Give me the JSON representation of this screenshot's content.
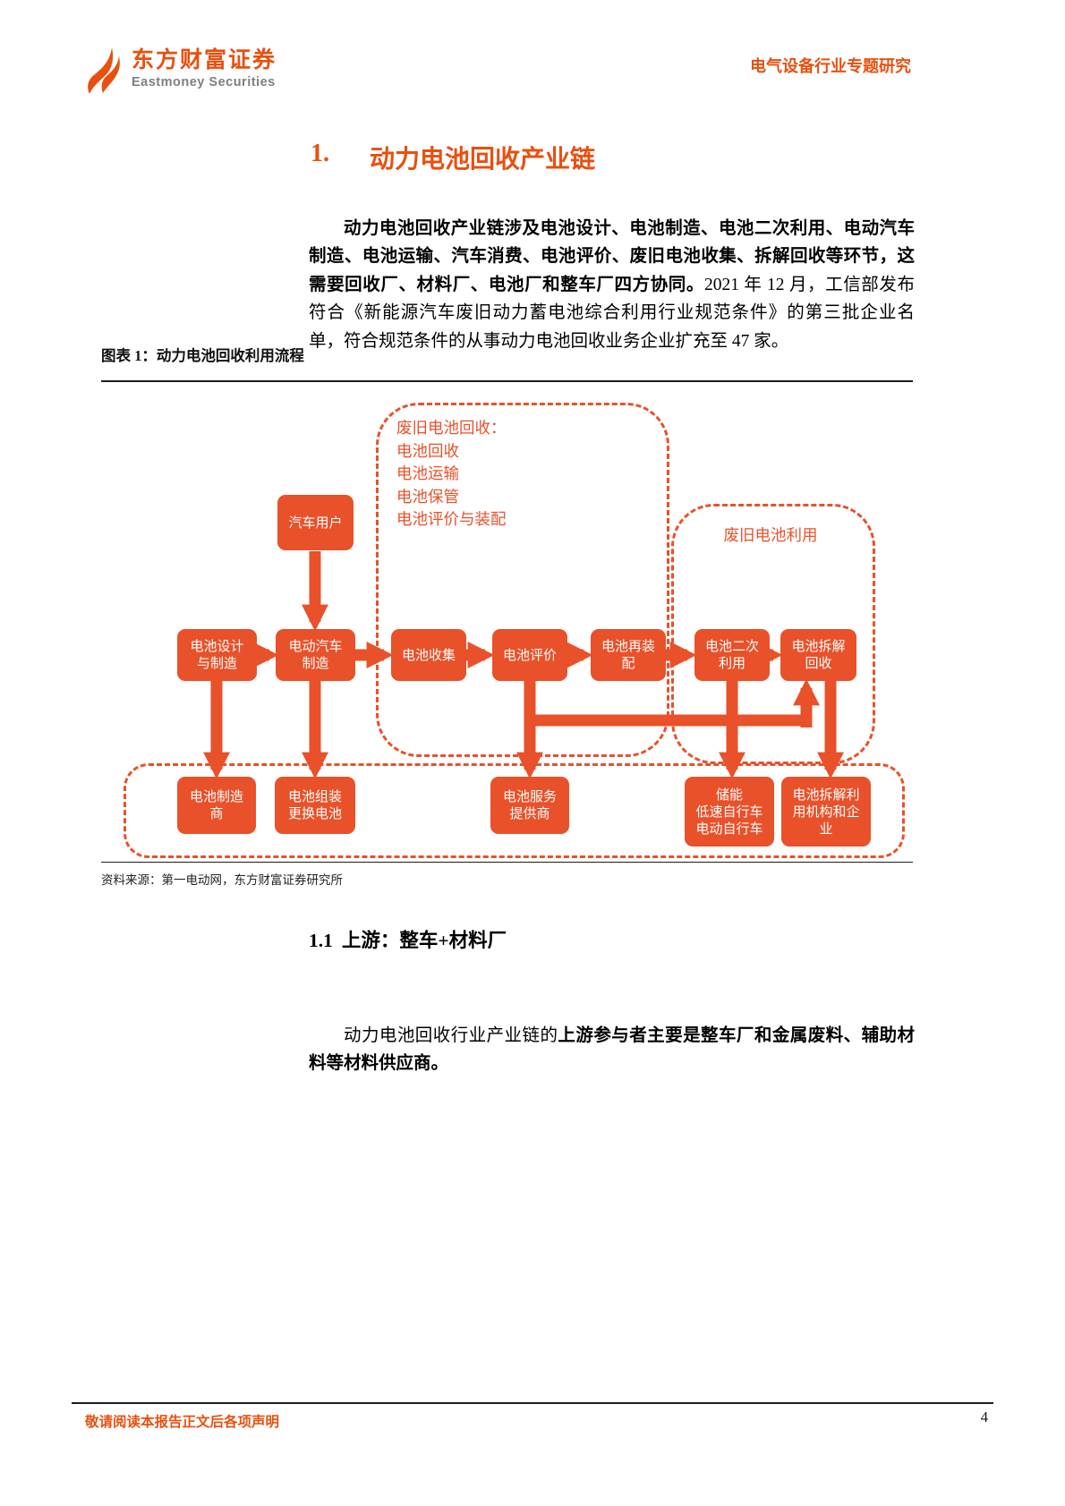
{
  "colors": {
    "accent_orange": "#e8500f",
    "flow_orange": "#e8512a",
    "logo_subtext_gray": "#7f7f7f"
  },
  "header": {
    "logo_cn": "东方财富证券",
    "logo_en": "Eastmoney Securities",
    "report_type": "电气设备行业专题研究"
  },
  "section1": {
    "number": "1.",
    "title": "动力电池回收产业链",
    "para_bold": "动力电池回收产业链涉及电池设计、电池制造、电池二次利用、电动汽车制造、电池运输、汽车消费、电池评价、废旧电池收集、拆解回收等环节，这需要回收厂、材料厂、电池厂和整车厂四方协同。",
    "para_regular": "2021 年 12 月，工信部发布符合《新能源汽车废旧动力蓄电池综合利用行业规范条件》的第三批企业名单，符合规范条件的从事动力电池回收业务企业扩充至 47 家。"
  },
  "figure": {
    "caption": "图表 1：动力电池回收利用流程",
    "recycle_group_label": "废旧电池回收：\n电池回收\n电池运输\n电池保管\n电池评价与装配",
    "reuse_group_label": "废旧电池利用",
    "nodes": {
      "user": "汽车用户",
      "design": "电池设计\n与制造",
      "ev_mfg": "电动汽车\n制造",
      "collect": "电池收集",
      "evaluate": "电池评价",
      "repack": "电池再装\n配",
      "secondary": "电池二次\n利用",
      "dismantle": "电池拆解\n回收",
      "maker": "电池制造\n商",
      "assembly": "电池组装\n更换电池",
      "service": "电池服务\n提供商",
      "storage": "储能\n低速自行车\n电动自行车",
      "dismantle_org": "电池拆解利\n用机构和企\n业"
    },
    "source": "资料来源：第一电动网，东方财富证券研究所"
  },
  "subsection": {
    "number": "1.1",
    "title": "上游：整车+材料厂",
    "para_regular": "动力电池回收行业产业链的",
    "para_bold": "上游参与者主要是整车厂和金属废料、辅助材料等材料供应商。"
  },
  "footer": {
    "disclaimer": "敬请阅读本报告正文后各项声明",
    "page_number": "4"
  }
}
